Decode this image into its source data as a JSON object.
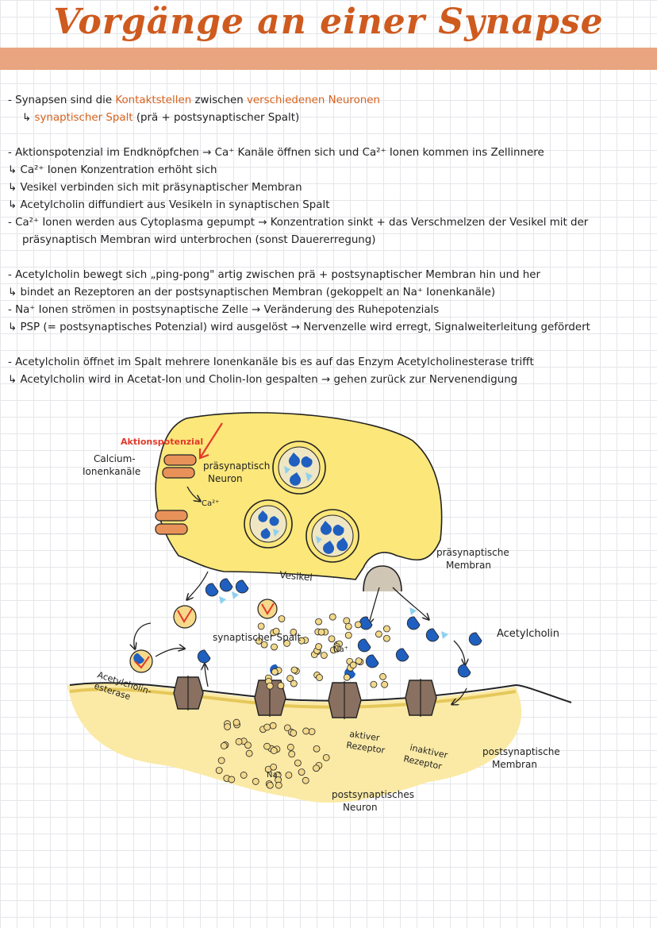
{
  "title": "Vorgänge an einer Synapse",
  "notes": {
    "b1": {
      "l1_a": "- Synapsen sind die ",
      "l1_hl1": "Kontaktstellen",
      "l1_b": " zwischen ",
      "l1_hl2": "verschiedenen Neuronen",
      "l2_a": "↳ ",
      "l2_hl": "synaptischer Spalt",
      "l2_b": " (prä + postsynaptischer Spalt)"
    },
    "b2": [
      "- Aktionspotenzial im Endknöpfchen → Ca⁺ Kanäle öffnen sich und Ca²⁺ Ionen kommen ins Zellinnere",
      "↳ Ca²⁺ Ionen Konzentration erhöht sich",
      "↳ Vesikel verbinden sich mit präsynaptischer Membran",
      "↳ Acetylcholin diffundiert aus Vesikeln in synaptischen Spalt",
      "- Ca²⁺ Ionen werden aus Cytoplasma gepumpt → Konzentration sinkt + das Verschmelzen der Vesikel mit der",
      "präsynaptisch Membran wird unterbrochen (sonst Dauererregung)"
    ],
    "b3": [
      "- Acetylcholin bewegt sich „ping-pong\" artig zwischen prä + postsynaptischer Membran hin und her",
      "↳ bindet an Rezeptoren an der postsynaptischen Membran (gekoppelt an Na⁺ Ionenkanäle)",
      "- Na⁺ Ionen strömen in postsynaptische Zelle → Veränderung des Ruhepotenzials",
      "↳ PSP (= postsynaptisches Potenzial) wird ausgelöst → Nervenzelle wird erregt, Signalweiterleitung gefördert"
    ],
    "b4": [
      "- Acetylcholin öffnet im Spalt mehrere Ionenkanäle bis es auf das Enzym Acetylcholinesterase trifft",
      "↳ Acetylcholin wird in Acetat-Ion und Cholin-Ion gespalten → gehen zurück zur Nervenendigung"
    ]
  },
  "diagram": {
    "labels": {
      "aktionspotenzial": "Aktionspotenzial",
      "calcium_1": "Calcium-",
      "calcium_2": "Ionenkanäle",
      "prae_neuron_1": "präsynaptisch",
      "prae_neuron_2": "Neuron",
      "ca": "Ca²⁺",
      "vesikel": "Vesikel",
      "prae_membran_1": "präsynaptische",
      "prae_membran_2": "Membran",
      "spalt": "synaptischer Spalt",
      "na_spalt": "Na⁺",
      "acetylcholin": "Acetylcholin",
      "esterase_1": "Acetylcholin-",
      "esterase_2": "esterase",
      "aktiver_1": "aktiver",
      "aktiver_2": "Rezeptor",
      "inaktiver_1": "inaktiver",
      "inaktiver_2": "Rezeptor",
      "na_post": "Na⁺",
      "post_neuron_1": "postsynaptisches",
      "post_neuron_2": "Neuron",
      "post_membran_1": "postsynaptische",
      "post_membran_2": "Membran"
    },
    "colors": {
      "neuron": "#fbe77a",
      "postcell": "#fbeaa6",
      "acetylcholin": "#1f5fbf",
      "acetylcholin_light": "#8fd0ef",
      "receptor": "#8a7060",
      "channel": "#e8925a",
      "ion": "#f2d88a",
      "aktionspotenzial": "#e23a2a",
      "title": "#cf5a1e"
    }
  }
}
